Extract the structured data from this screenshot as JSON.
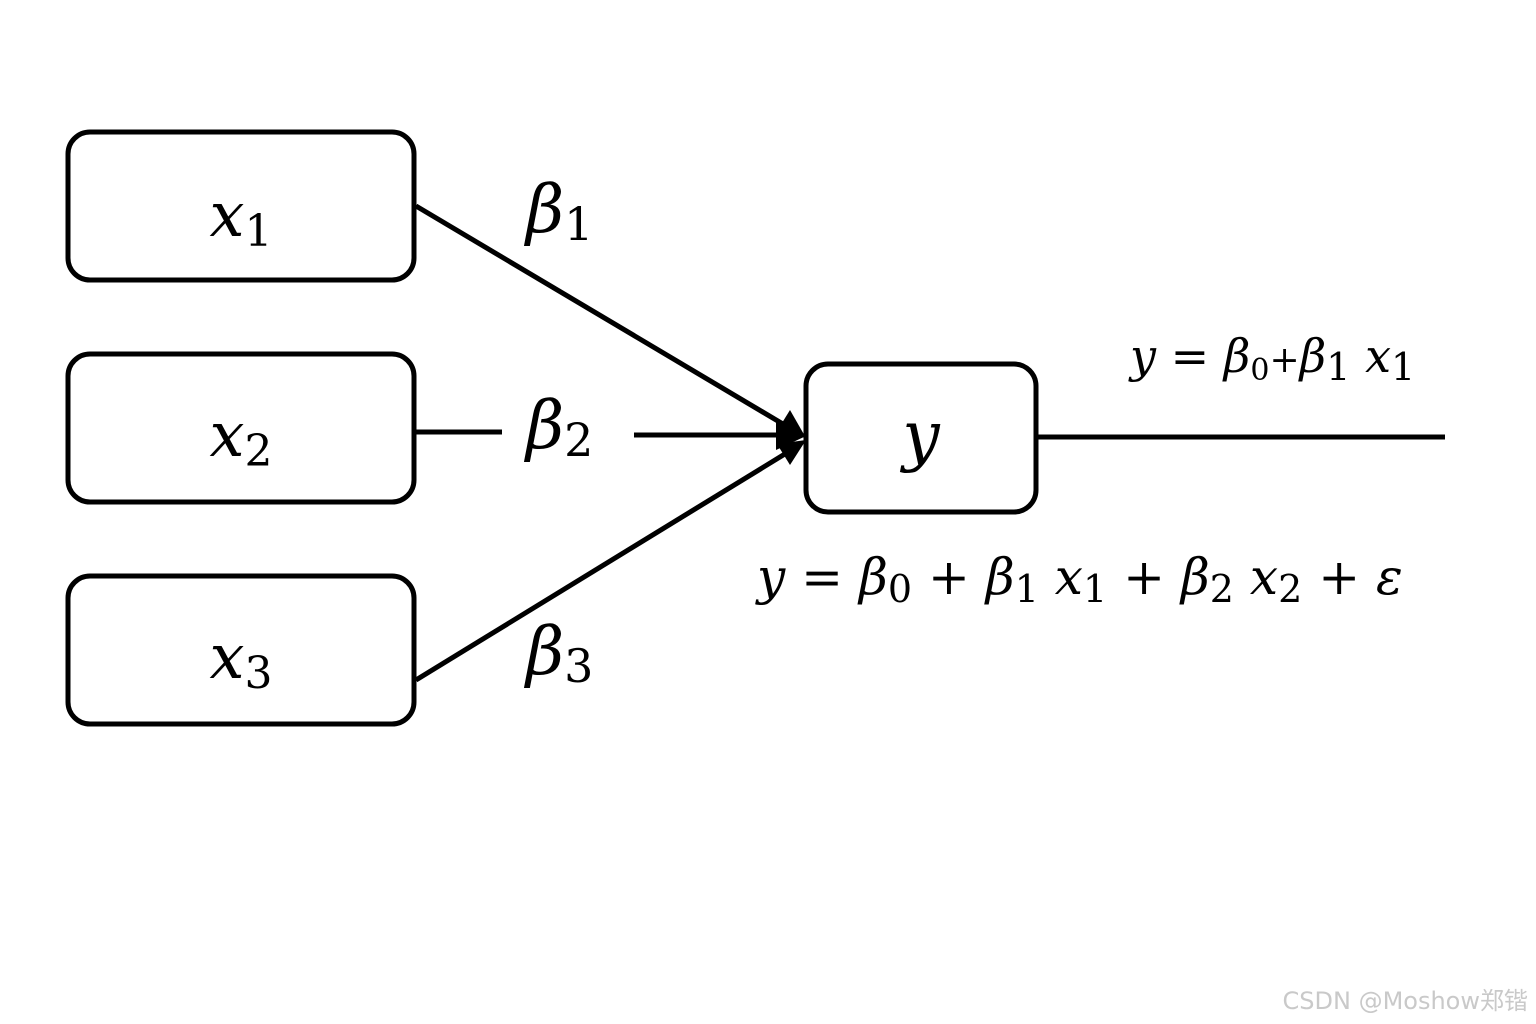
{
  "nodes": {
    "x1": {
      "var": "x",
      "sub": "1"
    },
    "x2": {
      "var": "x",
      "sub": "2"
    },
    "x3": {
      "var": "x",
      "sub": "3"
    },
    "y": {
      "var": "y"
    }
  },
  "edges": {
    "b1": {
      "var": "β",
      "sub": "1"
    },
    "b2": {
      "var": "β",
      "sub": "2"
    },
    "b3": {
      "var": "β",
      "sub": "3"
    }
  },
  "equations": {
    "simple": {
      "y": "y",
      "eq": "=",
      "beta": "β",
      "beta0_sub": "0",
      "plus": "+",
      "beta1_sub": "1",
      "x": "x",
      "x1_sub": "1"
    },
    "multiple": {
      "y": "y",
      "eq": "=",
      "beta": "β",
      "beta0_sub": "0",
      "plus": "+",
      "beta1_sub": "1",
      "x": "x",
      "x1_sub": "1",
      "beta2_sub": "2",
      "x2_sub": "2",
      "epsilon": "ε"
    }
  },
  "watermark": "CSDN @Moshow郑锴",
  "colors": {
    "stroke": "#000000",
    "background": "#ffffff",
    "watermark": "#c9c9c9"
  }
}
